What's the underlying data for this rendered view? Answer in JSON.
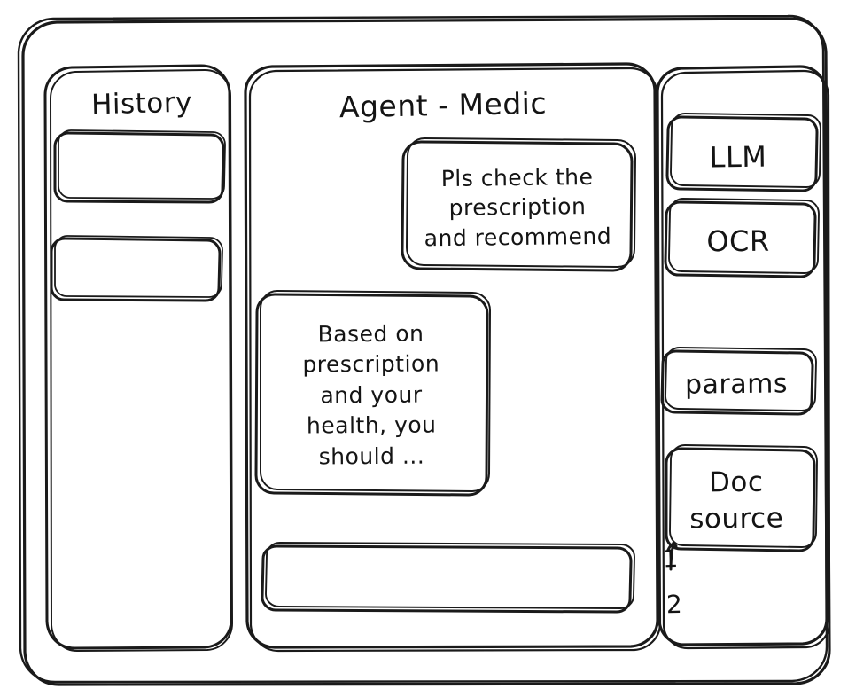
{
  "app": {
    "style": "hand-drawn-wireframe",
    "stroke_color": "#1a1a1a",
    "background_color": "#ffffff"
  },
  "sidebar": {
    "title": "History",
    "items": [
      {
        "label": "",
        "name": "history-item-1"
      },
      {
        "label": "",
        "name": "history-item-2"
      }
    ]
  },
  "main": {
    "title": "Agent - Medic",
    "messages": [
      {
        "role": "user",
        "text": "Pls check the\nprescription\nand recommend"
      },
      {
        "role": "agent",
        "text": "Based on\nprescription\nand your\nhealth, you\nshould ..."
      }
    ],
    "composer": {
      "value": "",
      "placeholder": ""
    }
  },
  "tools": {
    "items": [
      {
        "label": "LLM",
        "name": "llm"
      },
      {
        "label": "OCR",
        "name": "ocr"
      },
      {
        "label": "params",
        "name": "params"
      },
      {
        "label": "Doc\nsource",
        "name": "doc-source"
      }
    ],
    "doc_source_list": [
      "1",
      "2"
    ]
  }
}
